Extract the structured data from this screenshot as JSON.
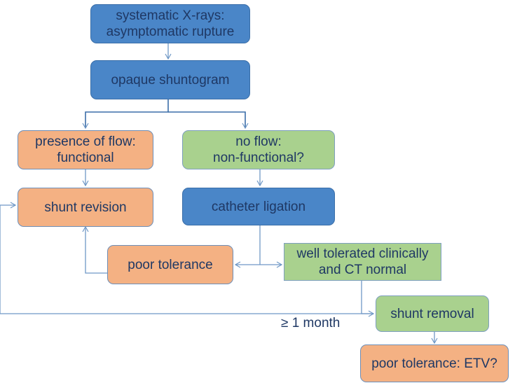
{
  "nodes": {
    "xrays": {
      "line1": "systematic X-rays:",
      "line2": "asymptomatic rupture",
      "color": "#4a86c8"
    },
    "shuntogram": {
      "label": "opaque shuntogram",
      "color": "#4a86c8"
    },
    "flow": {
      "line1": "presence of flow:",
      "line2": "functional",
      "color": "#f4b183"
    },
    "noflow": {
      "line1": "no flow:",
      "line2": "non-functional?",
      "color": "#a9d18e"
    },
    "revision": {
      "label": "shunt revision",
      "color": "#f4b183"
    },
    "ligation": {
      "label": "catheter ligation",
      "color": "#4a86c8"
    },
    "poor_tolerance": {
      "label": "poor tolerance",
      "color": "#f4b183"
    },
    "well_tolerated": {
      "line1": "well tolerated clinically",
      "line2": "and CT normal",
      "color": "#a9d18e"
    },
    "removal": {
      "label": "shunt removal",
      "color": "#a9d18e"
    },
    "etv": {
      "label": "poor tolerance: ETV?",
      "color": "#f4b183"
    }
  },
  "edge_labels": {
    "one_month": "≥ 1 month"
  },
  "colors": {
    "connector": "#6f98c6",
    "text": "#1f3864"
  }
}
